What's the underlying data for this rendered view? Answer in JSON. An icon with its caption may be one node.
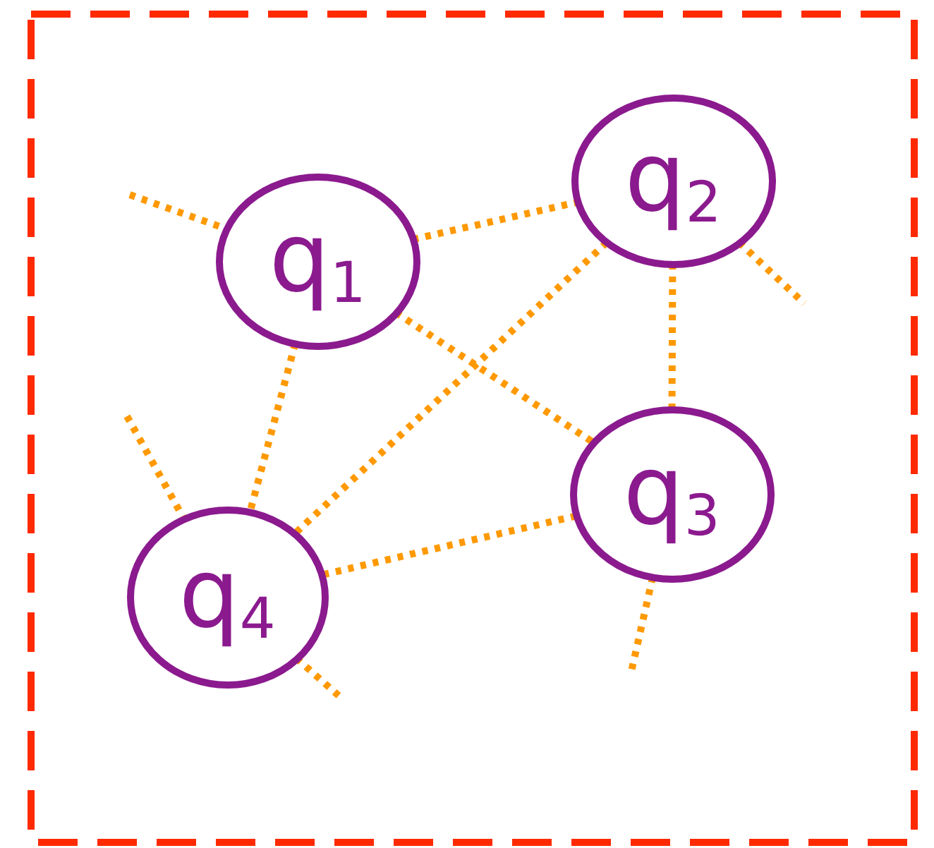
{
  "diagram": {
    "nodes": [
      {
        "text": [
          "q$_{1}$"
        ]
      },
      {
        "text": [
          "q$_{2}$"
        ]
      },
      {
        "text": [
          "q$_{3}$"
        ]
      },
      {
        "text": [
          "q$_{4}$"
        ]
      }
    ],
    "edges": [
      {
        "from": 0,
        "to": 1,
        "arrow": "none"
      },
      {
        "from": 0,
        "to": 2,
        "arrow": "none"
      },
      {
        "from": 0,
        "to": 3,
        "arrow": "none"
      },
      {
        "from": 1,
        "to": 3,
        "arrow": "none"
      },
      {
        "from": 1,
        "to": 2,
        "arrow": "none"
      },
      {
        "from": 2,
        "to": 3,
        "arrow": "none"
      },
      {
        "from": null,
        "to": 0,
        "arrow": "none"
      },
      {
        "from": 1,
        "to": null,
        "arrow": "none"
      },
      {
        "from": null,
        "to": 3,
        "arrow": "none"
      },
      {
        "from": 3,
        "to": null,
        "arrow": "none"
      },
      {
        "from": 2,
        "to": null,
        "arrow": "none"
      }
    ]
  }
}
